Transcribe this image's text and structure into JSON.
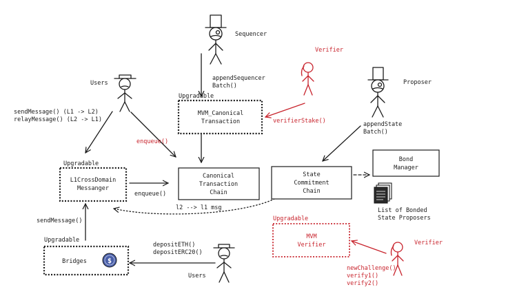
{
  "actors": {
    "sequencer": "Sequencer",
    "users_top": "Users",
    "verifier_top": "Verifier",
    "proposer": "Proposer",
    "users_bottom": "Users",
    "verifier_bottom": "Verifier"
  },
  "boxes": {
    "mvm_tx": [
      "MVM_Canonical",
      "Transaction"
    ],
    "ctc": [
      "Canonical",
      "Transaction",
      "Chain"
    ],
    "l1cdm": [
      "L1CrossDomain",
      "Messanger"
    ],
    "scc": [
      "State",
      "Commitment",
      "Chain"
    ],
    "bond": [
      "Bond",
      "Manager"
    ],
    "bridges": "Bridges",
    "mvm_verifier": [
      "MVM",
      "Verifier"
    ]
  },
  "badges": {
    "upgradable_mvm_tx": "Upgradable",
    "upgradable_l1cdm": "Upgradable",
    "upgradable_bridges": "Upgradable",
    "upgradable_verifier": "Upgradable"
  },
  "labels": {
    "append_seq": [
      "appendSequencer",
      "Batch()"
    ],
    "send_relay": [
      "sendMessage() (L1 -> L2)",
      "relayMessage() (L2 -> L1)"
    ],
    "enqueue_red": "enqueue()",
    "verifier_stake": "verifierStake()",
    "append_state": [
      "appendState",
      "Batch()"
    ],
    "enqueue_black": "enqueue()",
    "l2_l1": "l2 --> l1 msg",
    "bonded": [
      "List of Bonded",
      "State Proposers"
    ],
    "send_message": "sendMessage()",
    "deposit": [
      "depositETH()",
      "depositERC20()"
    ],
    "challenge": [
      "newChallenge()",
      "verify1()",
      "verify2()"
    ]
  },
  "icons": {
    "coin": "dollar-coin-icon",
    "document": "document-stack-icon",
    "sequencer": "top-hat-person-icon",
    "proposer": "top-hat-person-icon",
    "users": "flat-hat-person-icon",
    "verifier": "ponytail-person-icon"
  },
  "colors": {
    "ink": "#1a1a1a",
    "verifier_red": "#c8232c",
    "coin": "#4a5fa8"
  }
}
